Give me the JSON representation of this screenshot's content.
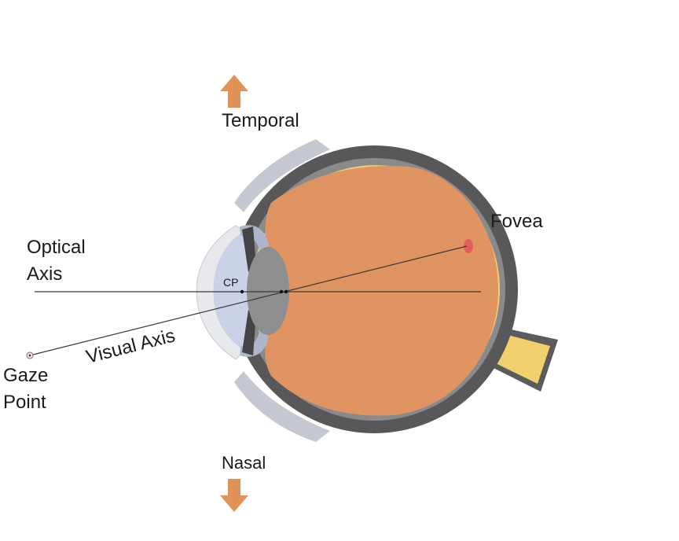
{
  "labels": {
    "temporal": "Temporal",
    "nasal": "Nasal",
    "fovea": "Fovea",
    "optical_axis": [
      "Optical",
      "Axis"
    ],
    "visual_axis": "Visual Axis",
    "gaze_point": [
      "Gaze",
      "Point"
    ],
    "cp": "CP"
  },
  "colors": {
    "arrow": "#e39257",
    "vitreous": "#df9462",
    "retina": "#f3d06e",
    "sclera": "#58585a",
    "choroid": "#7a7a7c",
    "eyelid": "#c5c8d0",
    "cornea": "#e8e9ec",
    "aqueous": "#c9d2e6",
    "lens": "#8d8e90",
    "iris": "#444446",
    "optic_nerve": "#f3d06e",
    "fovea": "#e35e5e"
  }
}
